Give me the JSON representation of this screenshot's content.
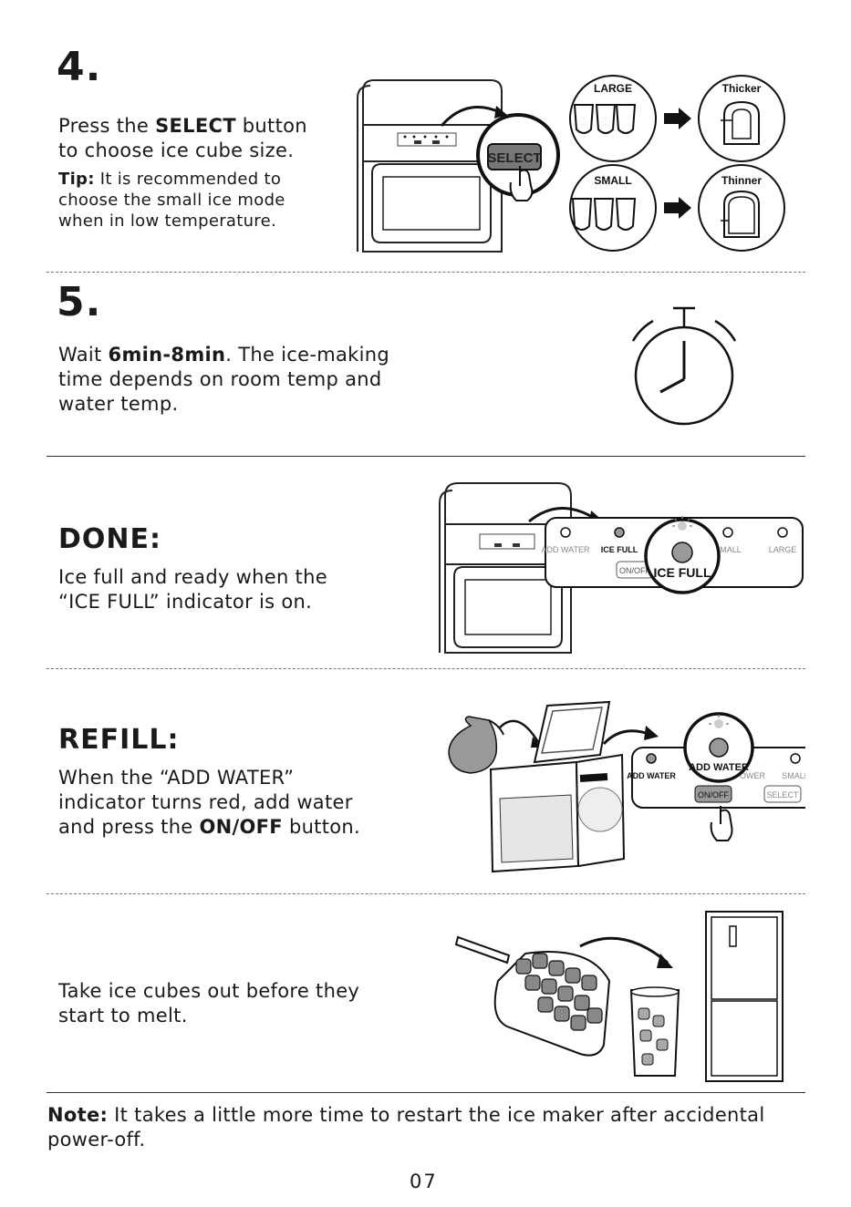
{
  "step4": {
    "number": "4.",
    "text_pre": "Press the ",
    "text_bold": "SELECT",
    "text_post": " button",
    "text_line2": "to choose ice cube size.",
    "tip_label": "Tip:",
    "tip_line1": " It is recommended to",
    "tip_line2": "choose the small ice mode",
    "tip_line3": "when in low temperature.",
    "button_label": "SELECT",
    "large_label": "LARGE",
    "small_label": "SMALL",
    "thicker_label": "Thicker",
    "thinner_label": "Thinner"
  },
  "step5": {
    "number": "5.",
    "line1_pre": "Wait ",
    "line1_bold": "6min-8min",
    "line1_post": ". The ice-making",
    "line2": "time depends on room temp and",
    "line3": "water temp."
  },
  "done": {
    "heading": "DONE:",
    "line1": "Ice full and ready when the",
    "line2": "“ICE FULL” indicator is on.",
    "panel_add_water": "ADD WATER",
    "panel_ice_full": "ICE FULL",
    "panel_small": "SMALL",
    "panel_large": "LARGE",
    "panel_onoff": "ON/OFF",
    "zoom_label": "ICE FULL"
  },
  "refill": {
    "heading": "REFILL:",
    "line1": "When the “ADD WATER”",
    "line2": "indicator turns red, add water",
    "line3_pre": "and press the ",
    "line3_bold": "ON/OFF",
    "line3_post": " button.",
    "panel_add_water": "ADD WATER",
    "panel_power": "POWER",
    "panel_small": "SMALL",
    "panel_onoff": "ON/OFF",
    "panel_select": "SELECT",
    "zoom_label": "ADD WATER"
  },
  "melt": {
    "line1": "Take ice cubes out before they",
    "line2": "start to melt."
  },
  "note": {
    "label": "Note:",
    "line1": " It takes a little more time to restart the ice maker after accidental",
    "line2": "power-off."
  },
  "page_number": "07"
}
